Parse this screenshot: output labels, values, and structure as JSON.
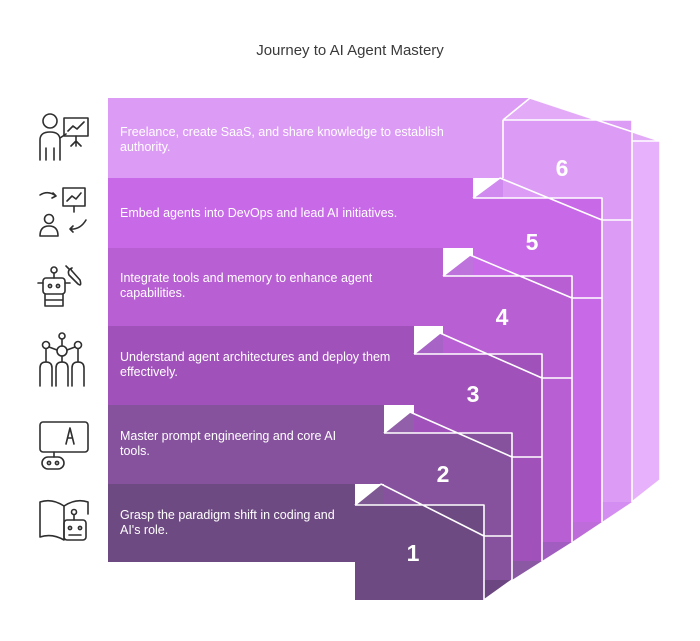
{
  "title": "Journey to AI Agent Mastery",
  "steps": [
    {
      "number": "1",
      "text": [
        "Grasp the paradigm shift in coding and",
        "AI's role."
      ],
      "icon": "book-robot-icon",
      "color": "#6e4a82"
    },
    {
      "number": "2",
      "text": [
        "Master prompt engineering and core AI",
        "tools."
      ],
      "icon": "robot-chat-icon",
      "color": "#86529e"
    },
    {
      "number": "3",
      "text": [
        "Understand agent architectures and deploy them",
        "effectively."
      ],
      "icon": "network-people-icon",
      "color": "#a052ba"
    },
    {
      "number": "4",
      "text": [
        "Integrate tools and memory to enhance agent",
        "capabilities."
      ],
      "icon": "robot-wrench-icon",
      "color": "#b85fd4"
    },
    {
      "number": "5",
      "text": [
        "Embed agents into DevOps and lead AI initiatives."
      ],
      "icon": "cycle-presentation-icon",
      "color": "#c86ae8"
    },
    {
      "number": "6",
      "text": [
        "Freelance, create SaaS, and share knowledge to establish",
        "authority."
      ],
      "icon": "presenter-chart-icon",
      "color": "#dc9cf5"
    }
  ]
}
